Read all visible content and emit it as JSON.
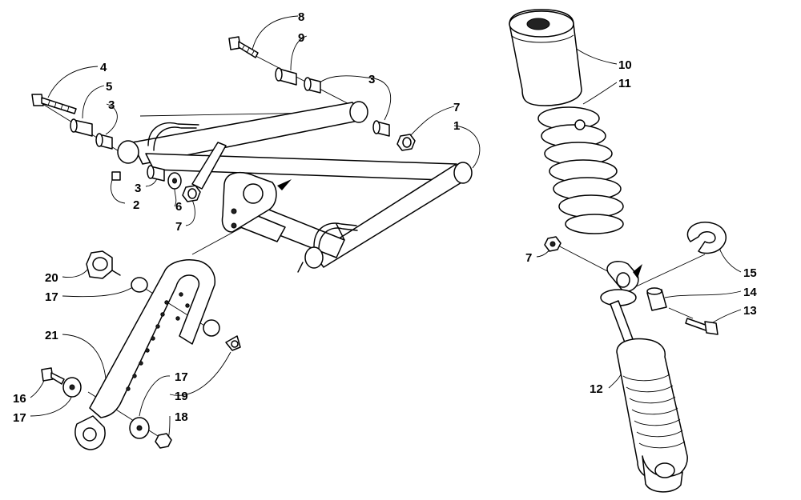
{
  "callouts": [
    {
      "id": "c8a",
      "text": "8"
    },
    {
      "id": "c9a",
      "text": "9"
    },
    {
      "id": "c3a",
      "text": "3"
    },
    {
      "id": "c4a",
      "text": "4"
    },
    {
      "id": "c5a",
      "text": "5"
    },
    {
      "id": "c3b",
      "text": "3"
    },
    {
      "id": "c7a",
      "text": "7"
    },
    {
      "id": "c1a",
      "text": "1"
    },
    {
      "id": "c3c",
      "text": "3"
    },
    {
      "id": "c2a",
      "text": "2"
    },
    {
      "id": "c6a",
      "text": "6"
    },
    {
      "id": "c7b",
      "text": "7"
    },
    {
      "id": "c20a",
      "text": "20"
    },
    {
      "id": "c17a",
      "text": "17"
    },
    {
      "id": "c21a",
      "text": "21"
    },
    {
      "id": "c17b",
      "text": "17"
    },
    {
      "id": "c19a",
      "text": "19"
    },
    {
      "id": "c16a",
      "text": "16"
    },
    {
      "id": "c17c",
      "text": "17"
    },
    {
      "id": "c18a",
      "text": "18"
    },
    {
      "id": "c10a",
      "text": "10"
    },
    {
      "id": "c11a",
      "text": "11"
    },
    {
      "id": "c7c",
      "text": "7"
    },
    {
      "id": "c15a",
      "text": "15"
    },
    {
      "id": "c14a",
      "text": "14"
    },
    {
      "id": "c13a",
      "text": "13"
    },
    {
      "id": "c12a",
      "text": "12"
    }
  ]
}
